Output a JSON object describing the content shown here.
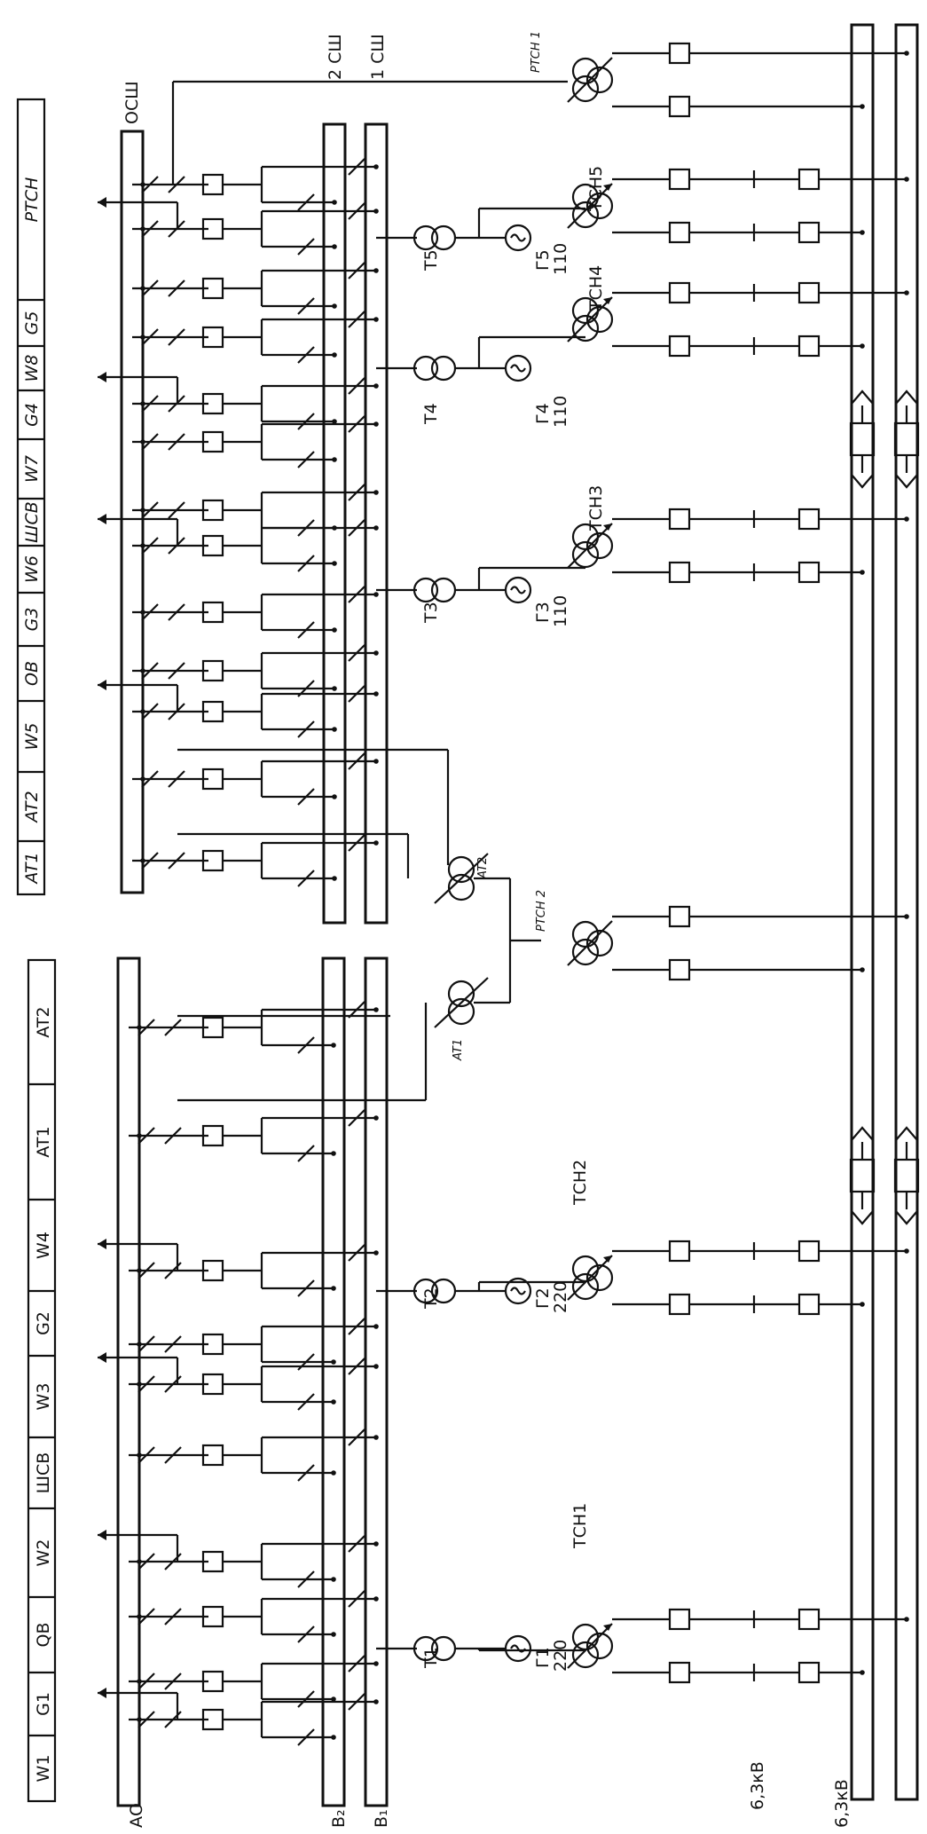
{
  "table_left": [
    "W1",
    "G1",
    "QB",
    "W2",
    "ШСВ",
    "W3",
    "G2",
    "W4",
    "AT1",
    "AT2"
  ],
  "table_right": [
    "AT1",
    "AT2",
    "W5",
    "ОВ",
    "G3",
    "W6",
    "ШСВ",
    "W7",
    "G4",
    "W8",
    "G5",
    "РТСН"
  ],
  "bus_labels": {
    "ao": "АО",
    "b2": "В₂",
    "b1": "В₁",
    "osh": "ОСШ",
    "sh2": "2 СШ",
    "sh1": "1 СШ",
    "kv_a": "6,3кВ",
    "kv_b": "6,3кВ"
  },
  "units": [
    {
      "t": "T1",
      "g": "Г1",
      "v": "220",
      "tsn": "ТСН1"
    },
    {
      "t": "T2",
      "g": "Г2",
      "v": "220",
      "tsn": "ТСН2"
    },
    {
      "t": "T3",
      "g": "Г3",
      "v": "110",
      "tsn": "ТСН3"
    },
    {
      "t": "T4",
      "g": "Г4",
      "v": "110",
      "tsn": "ТСН4"
    },
    {
      "t": "T5",
      "g": "Г5",
      "v": "110",
      "tsn": "ТСН5"
    }
  ],
  "autotransformers": {
    "at1": "AT1",
    "at2": "AT2"
  },
  "reserve": {
    "rtsn1": "РТСН 1",
    "rtsn2": "РТСН 2"
  },
  "colors": {
    "ink": "#111111",
    "paper": "#ffffff"
  }
}
